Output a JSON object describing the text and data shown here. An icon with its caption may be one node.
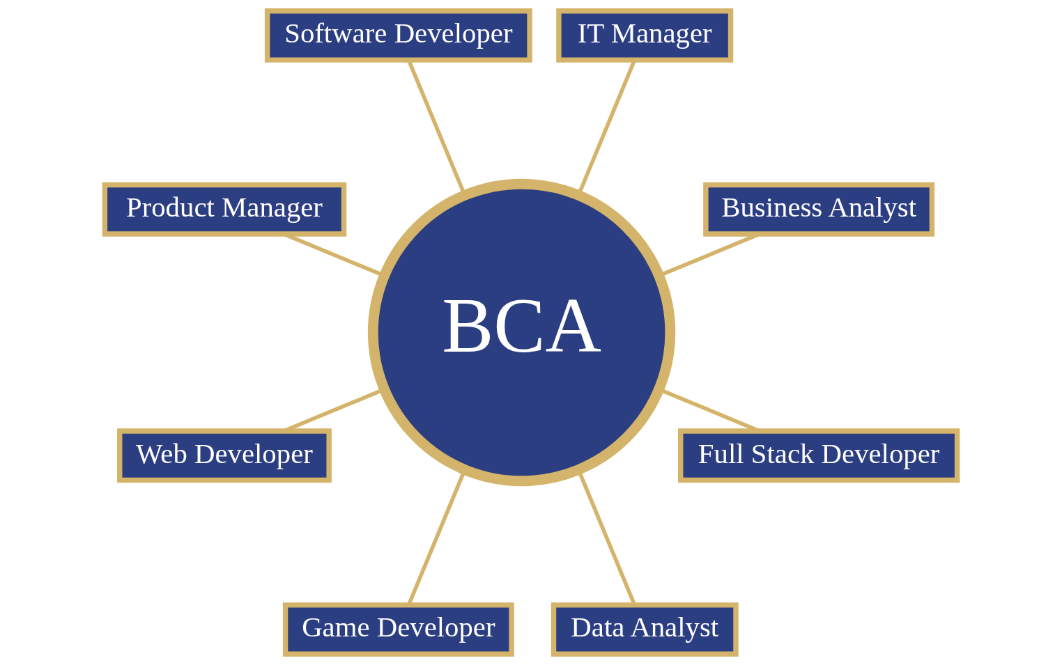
{
  "diagram": {
    "nodes": [
      {
        "text": [
          "Business Analyst"
        ]
      },
      {
        "text": [
          "IT Manager"
        ]
      },
      {
        "text": [
          "Software Developer"
        ]
      },
      {
        "text": [
          "BCA"
        ]
      },
      {
        "text": [
          "Product Manager"
        ]
      },
      {
        "text": [
          "Web Developer"
        ]
      },
      {
        "text": [
          "Game Developer"
        ]
      },
      {
        "text": [
          "Data Analyst"
        ]
      },
      {
        "text": [
          "Full Stack Developer"
        ]
      }
    ],
    "edges": [
      {
        "from": 3,
        "to": 0,
        "arrow": "none"
      },
      {
        "from": 3,
        "to": 2,
        "arrow": "none"
      },
      {
        "from": 3,
        "to": 5,
        "arrow": "none"
      },
      {
        "from": 3,
        "to": 7,
        "arrow": "none"
      },
      {
        "from": 3,
        "to": 8,
        "arrow": "none"
      },
      {
        "from": 3,
        "to": 6,
        "arrow": "none"
      },
      {
        "from": 3,
        "to": 4,
        "arrow": "none"
      },
      {
        "from": 3,
        "to": 1,
        "arrow": "none"
      }
    ]
  }
}
